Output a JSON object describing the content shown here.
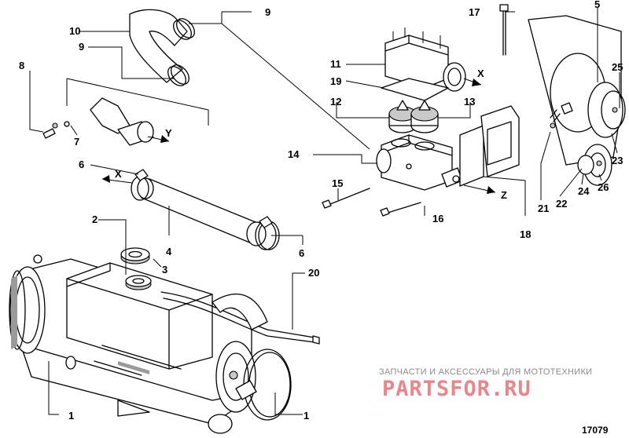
{
  "figure_number": "17079",
  "watermark": {
    "tagline": "ЗАПЧАСТИ И АКСЕССУАРЫ ДЛЯ МОТОТЕХНИКИ",
    "logo": "PARTSFOR.RU"
  },
  "callouts": {
    "c1a": "1",
    "c1b": "1",
    "c2": "2",
    "c3": "3",
    "c4": "4",
    "c5": "5",
    "c6a": "6",
    "c6b": "6",
    "c7": "7",
    "c8": "8",
    "c9a": "9",
    "c9b": "9",
    "c10": "10",
    "c11": "11",
    "c12": "12",
    "c13": "13",
    "c14": "14",
    "c15": "15",
    "c16": "16",
    "c17": "17",
    "c18": "18",
    "c19": "19",
    "c20": "20",
    "c21": "21",
    "c22": "22",
    "c23": "23",
    "c24": "24",
    "c25": "25",
    "c26": "26"
  },
  "view_markers": {
    "x_top": "X",
    "x_mid": "X",
    "y": "Y",
    "z": "Z"
  }
}
